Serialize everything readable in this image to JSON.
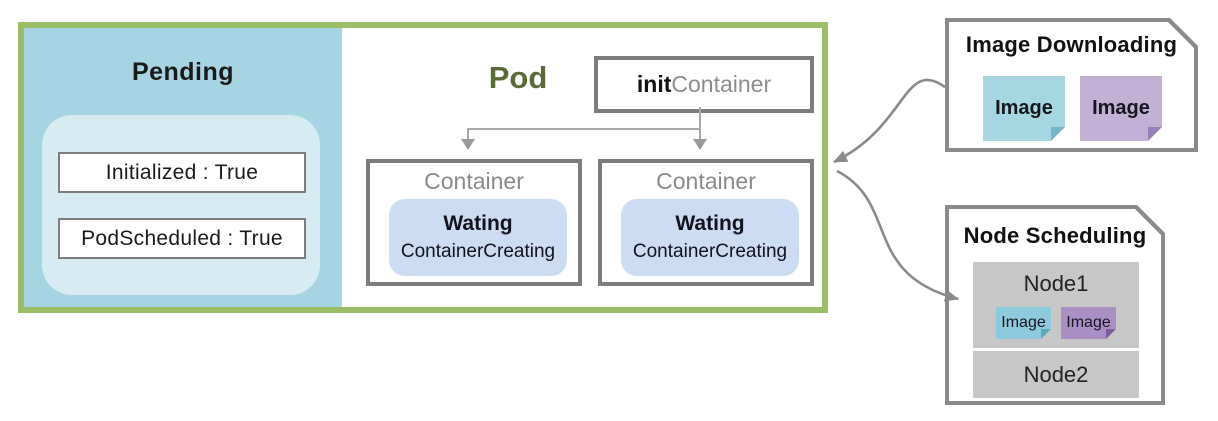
{
  "pending": {
    "title": "Pending",
    "conditions": [
      {
        "label": "Initialized : True"
      },
      {
        "label": "PodScheduled : True"
      }
    ]
  },
  "pod": {
    "title": "Pod",
    "init_container": {
      "bold": "init",
      "rest": "Container"
    },
    "containers": [
      {
        "title": "Container",
        "state": "Wating",
        "reason": "ContainerCreating"
      },
      {
        "title": "Container",
        "state": "Wating",
        "reason": "ContainerCreating"
      }
    ]
  },
  "image_downloading": {
    "title": "Image Downloading",
    "images": [
      {
        "label": "Image",
        "color": "#a5d6e2"
      },
      {
        "label": "Image",
        "color": "#c2b0d5"
      }
    ]
  },
  "node_scheduling": {
    "title": "Node Scheduling",
    "nodes": [
      {
        "name": "Node1",
        "images": [
          {
            "label": "Image",
            "color": "#8ecadd"
          },
          {
            "label": "Image",
            "color": "#a98fc4"
          }
        ]
      },
      {
        "name": "Node2",
        "images": []
      }
    ]
  },
  "connections": [
    {
      "from": "initContainer",
      "to": "Container-left"
    },
    {
      "from": "initContainer",
      "to": "Container-right"
    },
    {
      "from": "Image Downloading",
      "to": "Pod"
    },
    {
      "from": "Pod",
      "to": "Node1"
    }
  ],
  "colors": {
    "pod_border_green": "#9cbd68",
    "pending_bg_teal": "#a7d4e2",
    "pending_inner": "#d6ebf2",
    "pod_title_olive": "#5a6b35",
    "box_border_gray": "#7d7d7d",
    "waiting_bg_blue": "#cbdcf3",
    "node_bg_gray": "#c7c7c7",
    "arrow_gray": "#8a8a8a"
  }
}
